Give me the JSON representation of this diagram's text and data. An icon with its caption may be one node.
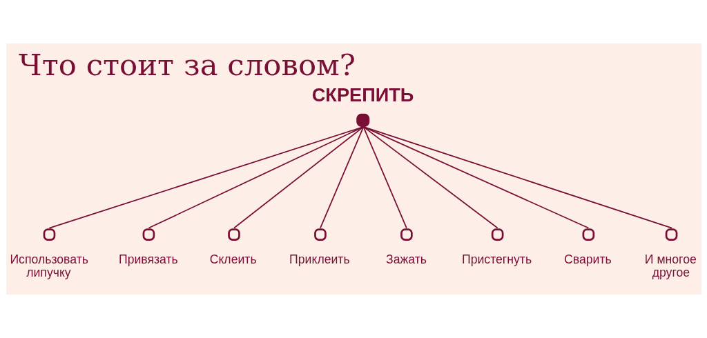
{
  "diagram": {
    "title": "Что стоит за словом?",
    "nodes": [
      {
        "text": [
          "СКРЕПИТЬ"
        ]
      },
      {
        "text": [
          "Использовать липучку"
        ]
      },
      {
        "text": [
          "Привязать"
        ]
      },
      {
        "text": [
          "Склеить"
        ]
      },
      {
        "text": [
          "Приклеить"
        ]
      },
      {
        "text": [
          "Зажать"
        ]
      },
      {
        "text": [
          "Пристегнуть"
        ]
      },
      {
        "text": [
          "Сварить"
        ]
      },
      {
        "text": [
          "И многое другое"
        ]
      }
    ],
    "edges": [
      {
        "from": 0,
        "to": 1,
        "arrow": "none"
      },
      {
        "from": 0,
        "to": 2,
        "arrow": "none"
      },
      {
        "from": 0,
        "to": 3,
        "arrow": "none"
      },
      {
        "from": 0,
        "to": 4,
        "arrow": "none"
      },
      {
        "from": 0,
        "to": 5,
        "arrow": "none"
      },
      {
        "from": 0,
        "to": 6,
        "arrow": "none"
      },
      {
        "from": 0,
        "to": 7,
        "arrow": "none"
      },
      {
        "from": 0,
        "to": 8,
        "arrow": "none"
      }
    ]
  }
}
